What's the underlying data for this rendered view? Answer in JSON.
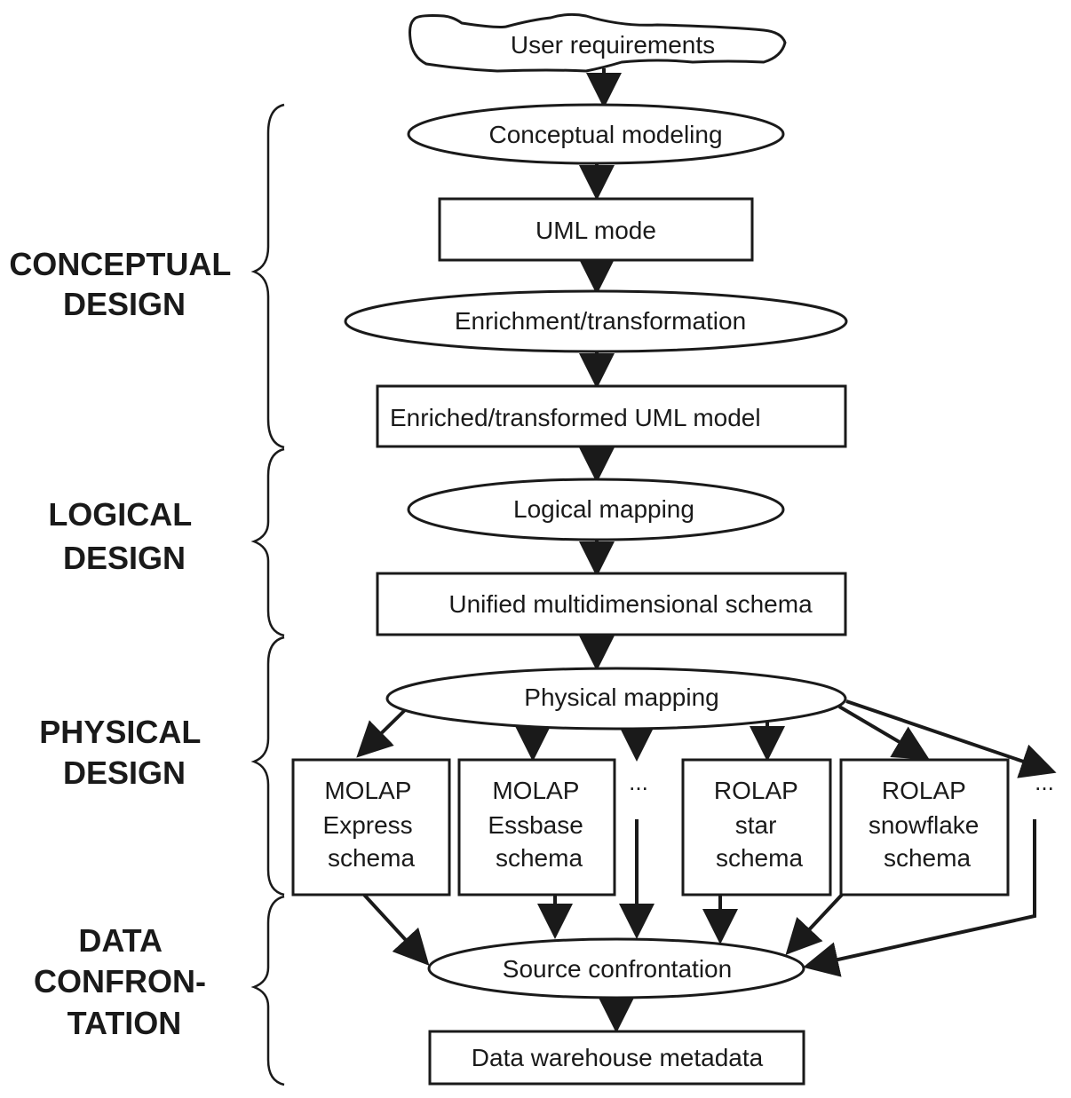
{
  "diagram": {
    "colors": {
      "ink": "#1a1a1a",
      "background": "#ffffff"
    },
    "phases": [
      {
        "id": "conceptual",
        "lines": [
          "CONCEPTUAL",
          "DESIGN"
        ]
      },
      {
        "id": "logical",
        "lines": [
          "LOGICAL",
          "DESIGN"
        ]
      },
      {
        "id": "physical",
        "lines": [
          "PHYSICAL",
          "DESIGN"
        ]
      },
      {
        "id": "data",
        "lines": [
          "DATA",
          "CONFRON-",
          "TATION"
        ]
      }
    ],
    "nodes": {
      "user_requirements": {
        "shape": "cloud",
        "label": "User requirements"
      },
      "conceptual_modeling": {
        "shape": "ellipse",
        "label": "Conceptual modeling"
      },
      "uml_mode": {
        "shape": "rectangle",
        "label": "UML mode"
      },
      "enrichment": {
        "shape": "ellipse",
        "label": "Enrichment/transformation"
      },
      "enriched_model": {
        "shape": "rectangle",
        "label": "Enriched/transformed UML model"
      },
      "logical_mapping": {
        "shape": "ellipse",
        "label": "Logical mapping"
      },
      "unified_schema": {
        "shape": "rectangle",
        "label": "Unified multidimensional schema"
      },
      "physical_mapping": {
        "shape": "ellipse",
        "label": "Physical mapping"
      },
      "molap_express": {
        "shape": "rectangle",
        "lines": [
          "MOLAP",
          "Express",
          "schema"
        ]
      },
      "molap_essbase": {
        "shape": "rectangle",
        "lines": [
          "MOLAP",
          "Essbase",
          "schema"
        ]
      },
      "rolap_star": {
        "shape": "rectangle",
        "lines": [
          "ROLAP",
          "star",
          "schema"
        ]
      },
      "rolap_snowflake": {
        "shape": "rectangle",
        "lines": [
          "ROLAP",
          "snowflake",
          "schema"
        ]
      },
      "ellipsis_1": {
        "shape": "text",
        "label": "..."
      },
      "ellipsis_2": {
        "shape": "text",
        "label": "..."
      },
      "source_confrontation": {
        "shape": "ellipse",
        "label": "Source confrontation"
      },
      "dw_metadata": {
        "shape": "rectangle",
        "label": "Data warehouse metadata"
      }
    },
    "edges": [
      [
        "user_requirements",
        "conceptual_modeling"
      ],
      [
        "conceptual_modeling",
        "uml_mode"
      ],
      [
        "uml_mode",
        "enrichment"
      ],
      [
        "enrichment",
        "enriched_model"
      ],
      [
        "enriched_model",
        "logical_mapping"
      ],
      [
        "logical_mapping",
        "unified_schema"
      ],
      [
        "unified_schema",
        "physical_mapping"
      ],
      [
        "physical_mapping",
        "molap_express"
      ],
      [
        "physical_mapping",
        "molap_essbase"
      ],
      [
        "physical_mapping",
        "ellipsis_1"
      ],
      [
        "physical_mapping",
        "rolap_star"
      ],
      [
        "physical_mapping",
        "rolap_snowflake"
      ],
      [
        "physical_mapping",
        "ellipsis_2"
      ],
      [
        "molap_express",
        "source_confrontation"
      ],
      [
        "molap_essbase",
        "source_confrontation"
      ],
      [
        "ellipsis_1",
        "source_confrontation"
      ],
      [
        "rolap_star",
        "source_confrontation"
      ],
      [
        "rolap_snowflake",
        "source_confrontation"
      ],
      [
        "ellipsis_2",
        "source_confrontation"
      ],
      [
        "source_confrontation",
        "dw_metadata"
      ]
    ]
  }
}
